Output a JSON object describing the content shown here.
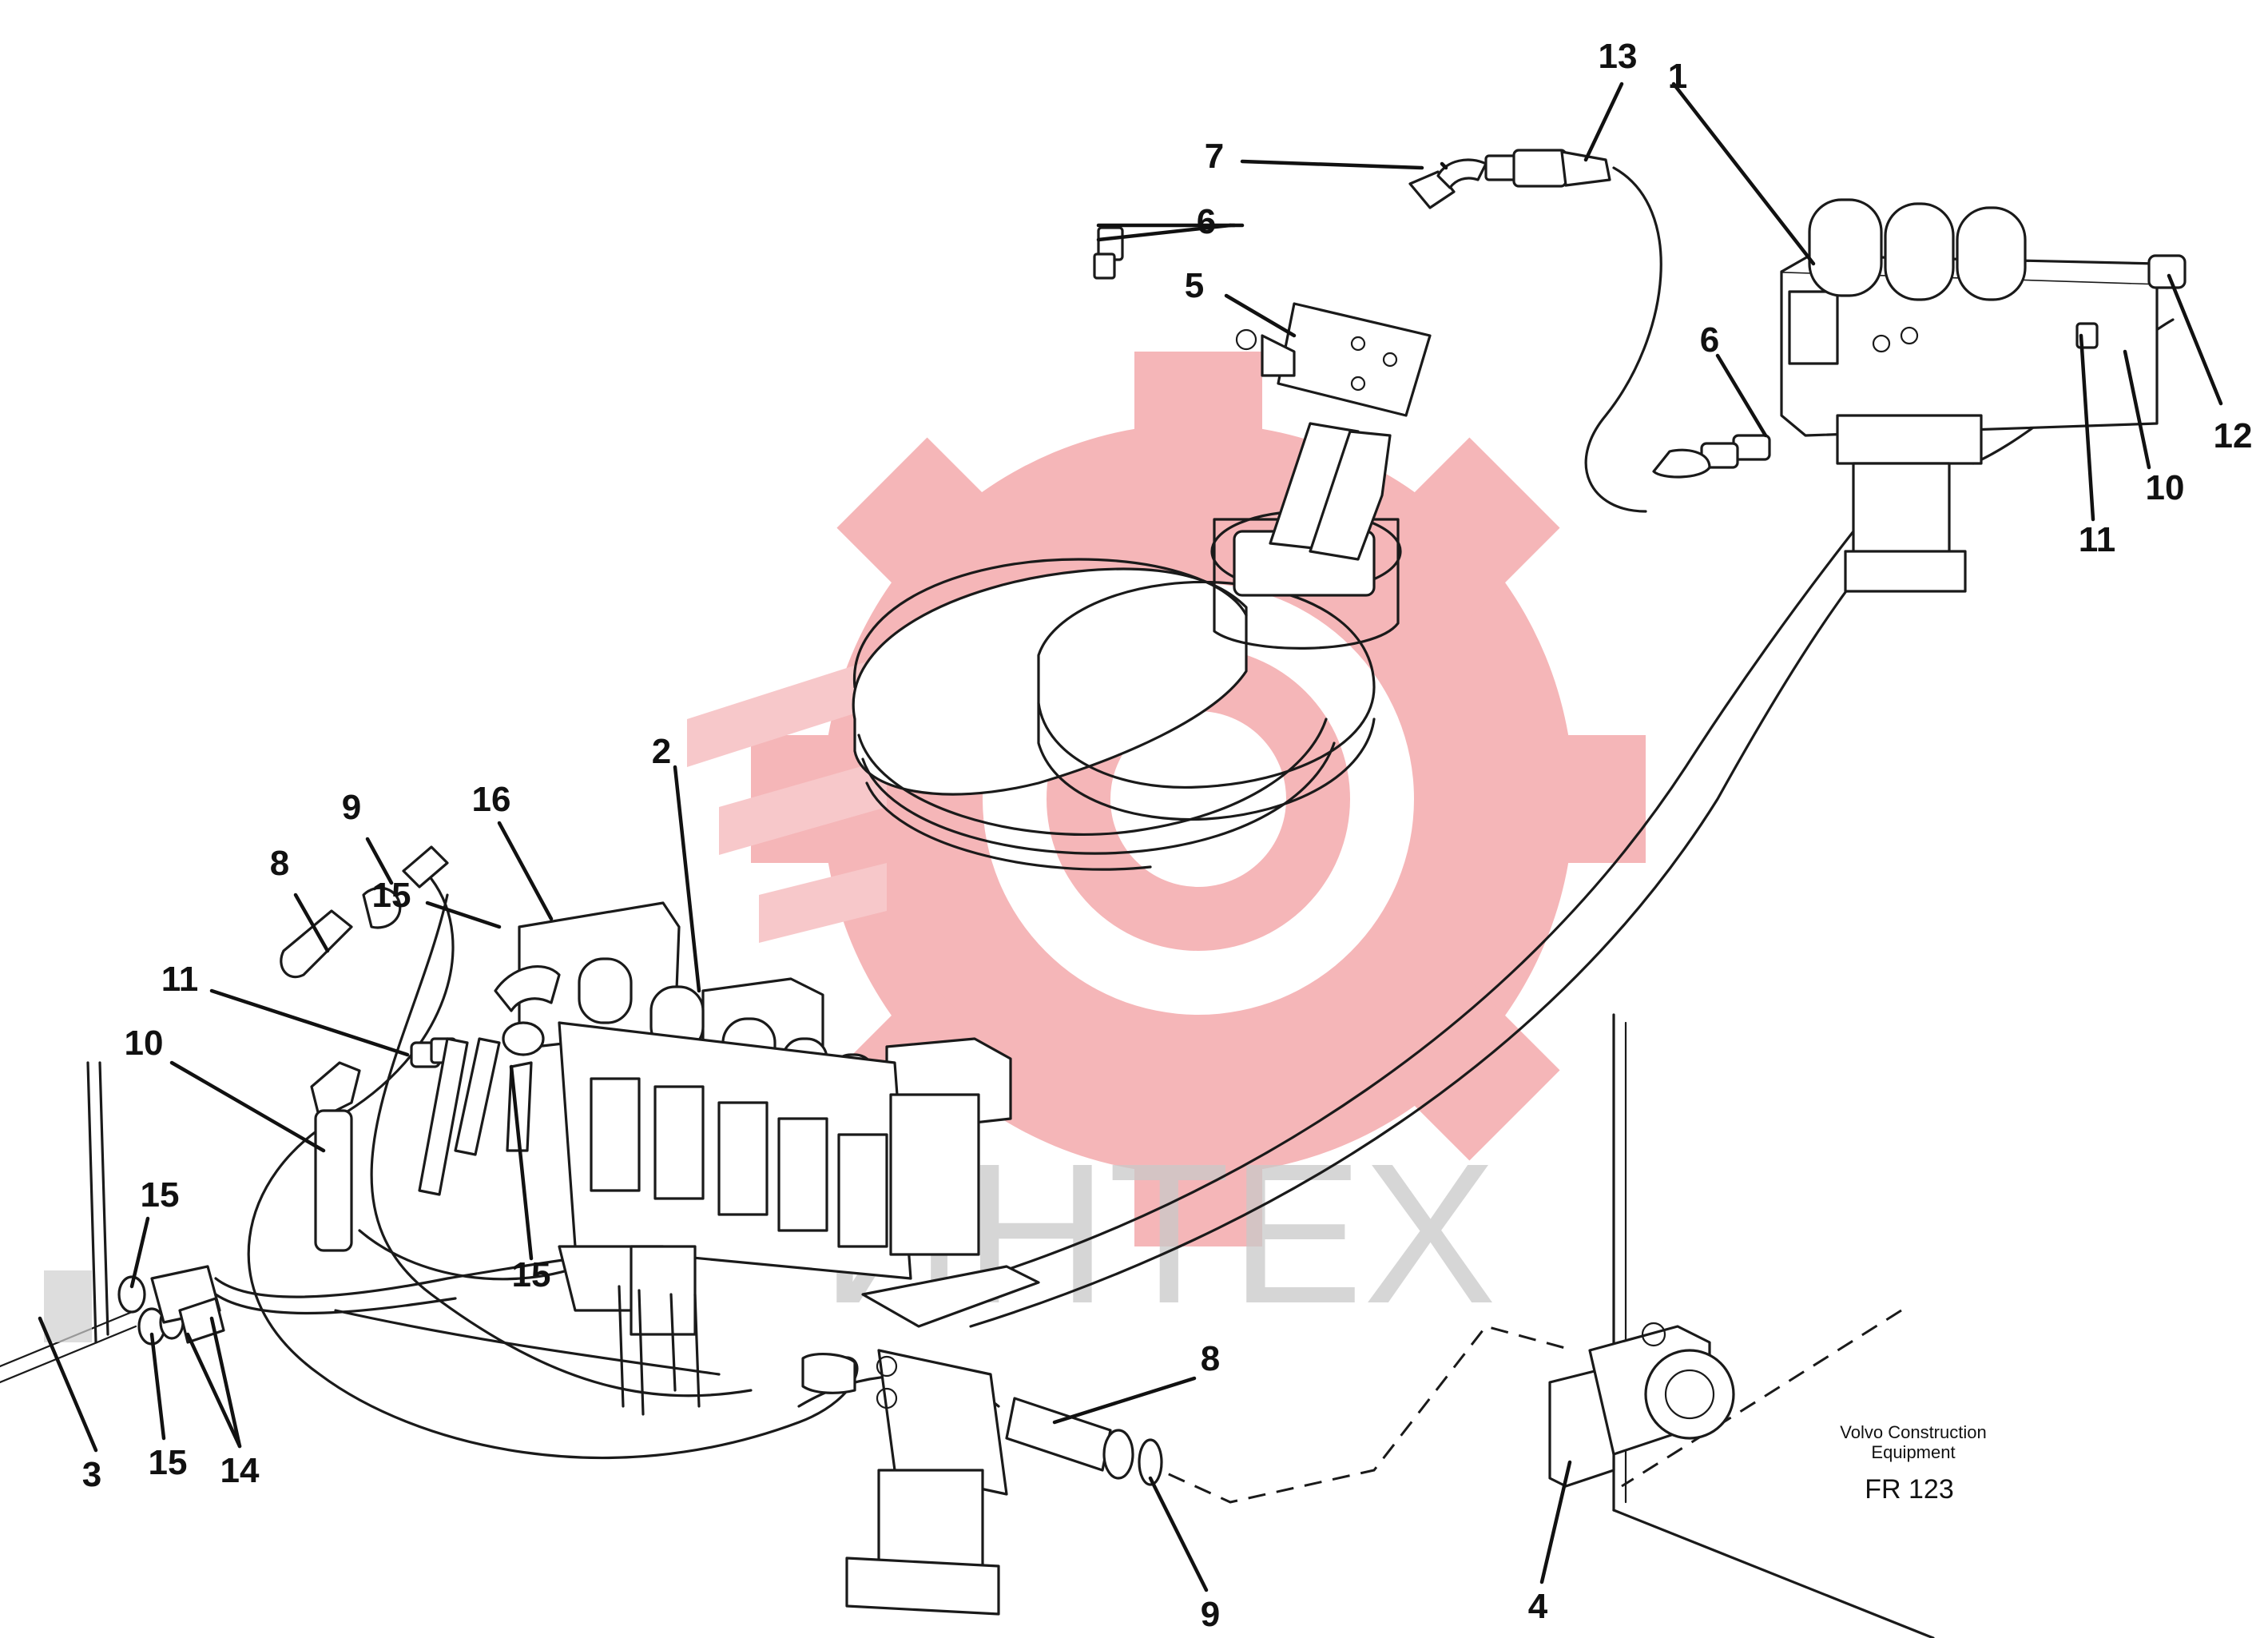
{
  "watermark": {
    "text": "ИНТЕХ",
    "gear_color": "#f4aeb0",
    "text_color": "#c9c9c9"
  },
  "caption": {
    "maker_line1": "Volvo Construction",
    "maker_line2": "Equipment",
    "figure_code": "FR 123"
  },
  "callouts": [
    "1",
    "2",
    "3",
    "4",
    "5",
    "6",
    "6",
    "7",
    "8",
    "8",
    "9",
    "9",
    "10",
    "10",
    "11",
    "11",
    "12",
    "13",
    "14",
    "15",
    "15",
    "15",
    "15",
    "16"
  ]
}
